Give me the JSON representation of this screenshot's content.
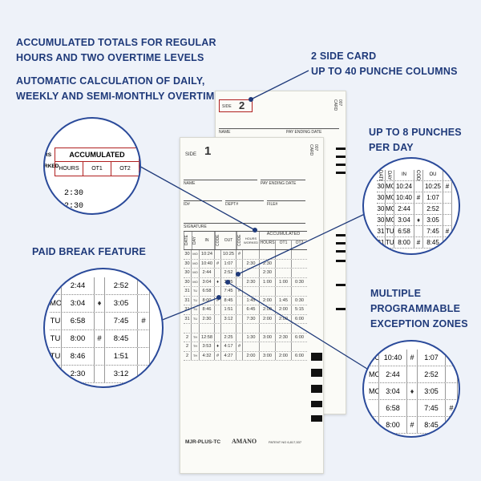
{
  "features": {
    "totals": [
      "ACCUMULATED TOTALS FOR REGULAR",
      "HOURS AND TWO OVERTIME LEVELS"
    ],
    "auto_calc": [
      "AUTOMATIC CALCULATION OF DAILY,",
      "WEEKLY AND SEMI-MONTHLY OVERTIME"
    ],
    "two_side": [
      "2 SIDE CARD",
      "UP TO 40 PUNCHE COLUMNS"
    ],
    "punches": [
      "UP TO 8 PUNCHES",
      "PER DAY"
    ],
    "paid_break": [
      "PAID BREAK FEATURE"
    ],
    "exception": [
      "MULTIPLE",
      "PROGRAMMABLE",
      "EXCEPTION ZONES"
    ]
  },
  "card_back": {
    "side_label": "SIDE",
    "side_number": "2",
    "name_label": "NAME",
    "pay_ending_label": "PAY ENDING DATE",
    "card_no_label": "CARD",
    "card_no": "007"
  },
  "card_front": {
    "side_label": "SIDE",
    "side_number": "1",
    "card_no_label": "CARD",
    "card_no": "007",
    "name_label": "NAME",
    "pay_ending_label": "PAY ENDING DATE",
    "id_label": "ID#",
    "dept_label": "DEPT#",
    "file_label": "FILE#",
    "signature_label": "SIGNATURE",
    "headers": {
      "date": "DATE",
      "day": "DAY",
      "in": "IN",
      "code": "CODE",
      "out": "OUT",
      "hours_worked": "HOURS WORKED",
      "accumulated": "ACCUMULATED",
      "hours": "HOURS",
      "ot1": "OT1",
      "ot2": "OT2"
    },
    "rows": [
      {
        "date": "30",
        "day": "MO",
        "in": "10:24",
        "code": "",
        "out": "10:25",
        "c2": "#",
        "hw": "",
        "h": "",
        "o1": "",
        "o2": ""
      },
      {
        "date": "30",
        "day": "MO",
        "in": "10:40",
        "code": "#",
        "out": "1:07",
        "c2": "",
        "hw": "2:30",
        "h": "2:30",
        "o1": "",
        "o2": ""
      },
      {
        "date": "30",
        "day": "MO",
        "in": "2:44",
        "code": "",
        "out": "2:52",
        "c2": "",
        "hw": "",
        "h": "2:30",
        "o1": "",
        "o2": ""
      },
      {
        "date": "30",
        "day": "MO",
        "in": "3:04",
        "code": "♦",
        "out": "3:05",
        "c2": "",
        "hw": "2:30",
        "h": "1:00",
        "o1": "1:00",
        "o2": "0:30"
      },
      {
        "date": "31",
        "day": "TU",
        "in": "6:58",
        "code": "",
        "out": "7:45",
        "c2": "#",
        "hw": "",
        "h": "",
        "o1": "",
        "o2": ""
      },
      {
        "date": "31",
        "day": "TU",
        "in": "8:00",
        "code": "#",
        "out": "8:45",
        "c2": "",
        "hw": "1:45",
        "h": "2:00",
        "o1": "1:45",
        "o2": "0:30"
      },
      {
        "date": "31",
        "day": "TU",
        "in": "8:46",
        "code": "",
        "out": "1:51",
        "c2": "",
        "hw": "6:45",
        "h": "2:00",
        "o1": "2:00",
        "o2": "5:15"
      },
      {
        "date": "31",
        "day": "TU",
        "in": "2:30",
        "code": "",
        "out": "3:12",
        "c2": "",
        "hw": "7:30",
        "h": "2:00",
        "o1": "2:00",
        "o2": "6:00"
      },
      {
        "date": "",
        "day": "",
        "in": "",
        "code": "",
        "out": "",
        "c2": "",
        "hw": "",
        "h": "",
        "o1": "",
        "o2": ""
      },
      {
        "date": "2",
        "day": "TH",
        "in": "12:58",
        "code": "",
        "out": "2:25",
        "c2": "",
        "hw": "1:30",
        "h": "3:00",
        "o1": "2:30",
        "o2": "6:00"
      },
      {
        "date": "2",
        "day": "TH",
        "in": "3:53",
        "code": "♦",
        "out": "4:17",
        "c2": "#",
        "hw": "",
        "h": "",
        "o1": "",
        "o2": ""
      },
      {
        "date": "2",
        "day": "TH",
        "in": "4:32",
        "code": "#",
        "out": "4:27",
        "c2": "",
        "hw": "2:00",
        "h": "3:00",
        "o1": "2:00",
        "o2": "6:00"
      }
    ],
    "model": "MJR-PLUS-TC",
    "brand": "AMANO",
    "patent": "PATENT NO 6,817,537"
  },
  "zoom_accumulated": {
    "headers": [
      "RS",
      "ACCUMULATED",
      "RKED",
      "HOURS",
      "OT1",
      "OT2"
    ],
    "values": [
      "2:30",
      "2:30"
    ]
  },
  "zoom_punches": {
    "header": [
      "DATE",
      "DAY",
      "IN",
      "CODE",
      "OU"
    ],
    "rows": [
      [
        "30",
        "MO",
        "10:24",
        "",
        "10:25",
        "#"
      ],
      [
        "30",
        "MO",
        "10:40",
        "#",
        "1:07",
        ""
      ],
      [
        "30",
        "MO",
        "2:44",
        "",
        "2:52",
        ""
      ],
      [
        "30",
        "MO",
        "3:04",
        "♦",
        "3:05",
        ""
      ],
      [
        "31",
        "TU",
        "6:58",
        "",
        "7:45",
        "#"
      ],
      [
        "31",
        "TU",
        "8:00",
        "#",
        "8:45",
        ""
      ]
    ]
  },
  "zoom_break": {
    "rows": [
      [
        "MO",
        "2:44",
        "",
        "2:52",
        ""
      ],
      [
        "MO",
        "3:04",
        "♦",
        "3:05",
        ""
      ],
      [
        "TU",
        "6:58",
        "",
        "7:45",
        "#"
      ],
      [
        "TU",
        "8:00",
        "#",
        "8:45",
        ""
      ],
      [
        "TU",
        "8:46",
        "",
        "1:51",
        ""
      ],
      [
        "",
        "2:30",
        "",
        "3:12",
        ""
      ]
    ]
  },
  "zoom_exception": {
    "rows": [
      [
        "MO",
        "10:40",
        "#",
        "1:07",
        ""
      ],
      [
        "MO",
        "2:44",
        "",
        "2:52",
        ""
      ],
      [
        "MO",
        "3:04",
        "♦",
        "3:05",
        ""
      ],
      [
        "",
        "6:58",
        "",
        "7:45",
        "#"
      ],
      [
        "",
        "8:00",
        "#",
        "8:45",
        ""
      ]
    ]
  },
  "colors": {
    "text_blue": "#1f3a7a",
    "accent_red": "#b02020",
    "background": "#eef2f9"
  }
}
